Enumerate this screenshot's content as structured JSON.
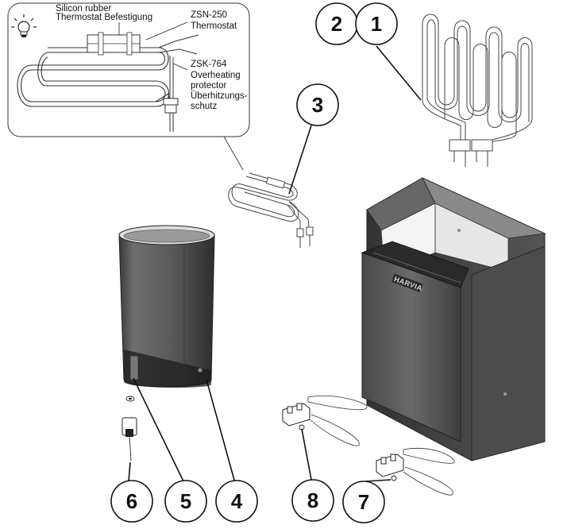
{
  "inset": {
    "label_silicon_line1": "Silicon rubber",
    "label_silicon_line2": "Thermostat Befestigung",
    "label_zsn_code": "ZSN-250",
    "label_zsn_name": "Thermostat",
    "label_zsk_code": "ZSK-764",
    "label_zsk_line1": "Overheating",
    "label_zsk_line2": "protector",
    "label_zsk_line3": "Überhitzungs-",
    "label_zsk_line4": "schutz",
    "tip_icon": "lightbulb-icon"
  },
  "heater": {
    "brand": "HARVIA"
  },
  "callouts": [
    {
      "id": "1",
      "label": "1"
    },
    {
      "id": "2",
      "label": "2"
    },
    {
      "id": "3",
      "label": "3"
    },
    {
      "id": "4",
      "label": "4"
    },
    {
      "id": "5",
      "label": "5"
    },
    {
      "id": "6",
      "label": "6"
    },
    {
      "id": "7",
      "label": "7"
    },
    {
      "id": "8",
      "label": "8"
    }
  ]
}
